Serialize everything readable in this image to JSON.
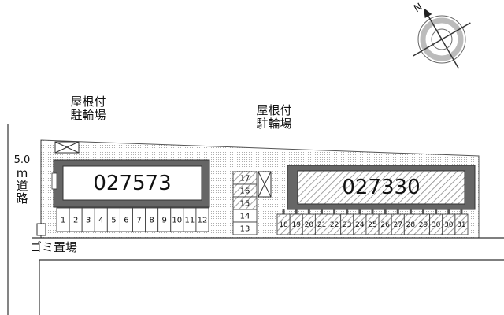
{
  "labels": {
    "bike_parking_left_line1": "屋根付",
    "bike_parking_left_line2": "駐輪場",
    "bike_parking_center_line1": "屋根付",
    "bike_parking_center_line2": "駐輪場",
    "garbage": "ゴミ置場",
    "road_width": "5.0",
    "road_unit": "m",
    "road_line1": "道",
    "road_line2": "路"
  },
  "buildings": {
    "left": "027573",
    "right": "027330"
  },
  "parking": {
    "left_row": [
      "1",
      "2",
      "3",
      "4",
      "5",
      "6",
      "7",
      "8",
      "9",
      "10",
      "11",
      "12"
    ],
    "center_column": [
      "17",
      "16",
      "15",
      "14",
      "13"
    ],
    "right_row": [
      "18",
      "19",
      "20",
      "21",
      "22",
      "23",
      "24",
      "25",
      "26",
      "27",
      "28",
      "29",
      "30",
      "30",
      "31"
    ]
  },
  "compass": {
    "north_label": "N"
  }
}
